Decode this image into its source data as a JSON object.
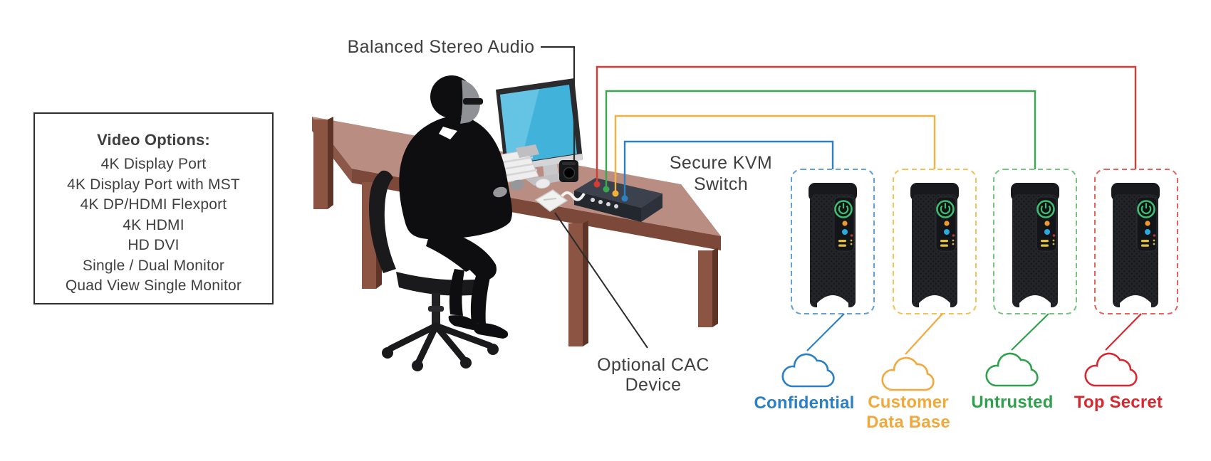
{
  "diagram": {
    "video_options": {
      "heading": "Video Options:",
      "items": [
        "4K Display Port",
        "4K Display Port with MST",
        "4K DP/HDMI Flexport",
        "4K HDMI",
        "HD DVI",
        "Single / Dual Monitor",
        "Quad View Single Monitor"
      ]
    },
    "labels": {
      "balanced_stereo_audio": "Balanced Stereo Audio",
      "secure_kvm_switch": {
        "line1": "Secure KVM",
        "line2": "Switch"
      },
      "optional_cac_device": {
        "line1": "Optional CAC",
        "line2": "Device"
      }
    },
    "channels": [
      {
        "name": "Confidential",
        "label_lines": [
          "Confidential"
        ],
        "wire_color": "#2F80C3",
        "box_color": "#62A1D8",
        "cloud_color": "#2B7FC3",
        "label_color": "#2B7FC3"
      },
      {
        "name": "Customer Data Base",
        "label_lines": [
          "Customer",
          "Data Base"
        ],
        "wire_color": "#F2B13C",
        "box_color": "#F4C254",
        "cloud_color": "#F2A93B",
        "label_color": "#F2A93B"
      },
      {
        "name": "Untrusted",
        "label_lines": [
          "Untrusted"
        ],
        "wire_color": "#3AA84E",
        "box_color": "#77C57C",
        "cloud_color": "#2FA04C",
        "label_color": "#2FA04C"
      },
      {
        "name": "Top Secret",
        "label_lines": [
          "Top Secret"
        ],
        "wire_color": "#D93A33",
        "box_color": "#E8625C",
        "cloud_color": "#D7282F",
        "label_color": "#D7282F"
      }
    ],
    "colors": {
      "text": "#3F3F41",
      "line_black": "#2B2B2D",
      "power_button_green": "#3DBD72",
      "led_orange": "#F2992E",
      "led_blue": "#2AA9E0",
      "desk_top": "#B98D82",
      "desk_edge": "#7C4839",
      "desk_leg": "#8B5443",
      "screen_blue": "#41B2D9"
    }
  }
}
